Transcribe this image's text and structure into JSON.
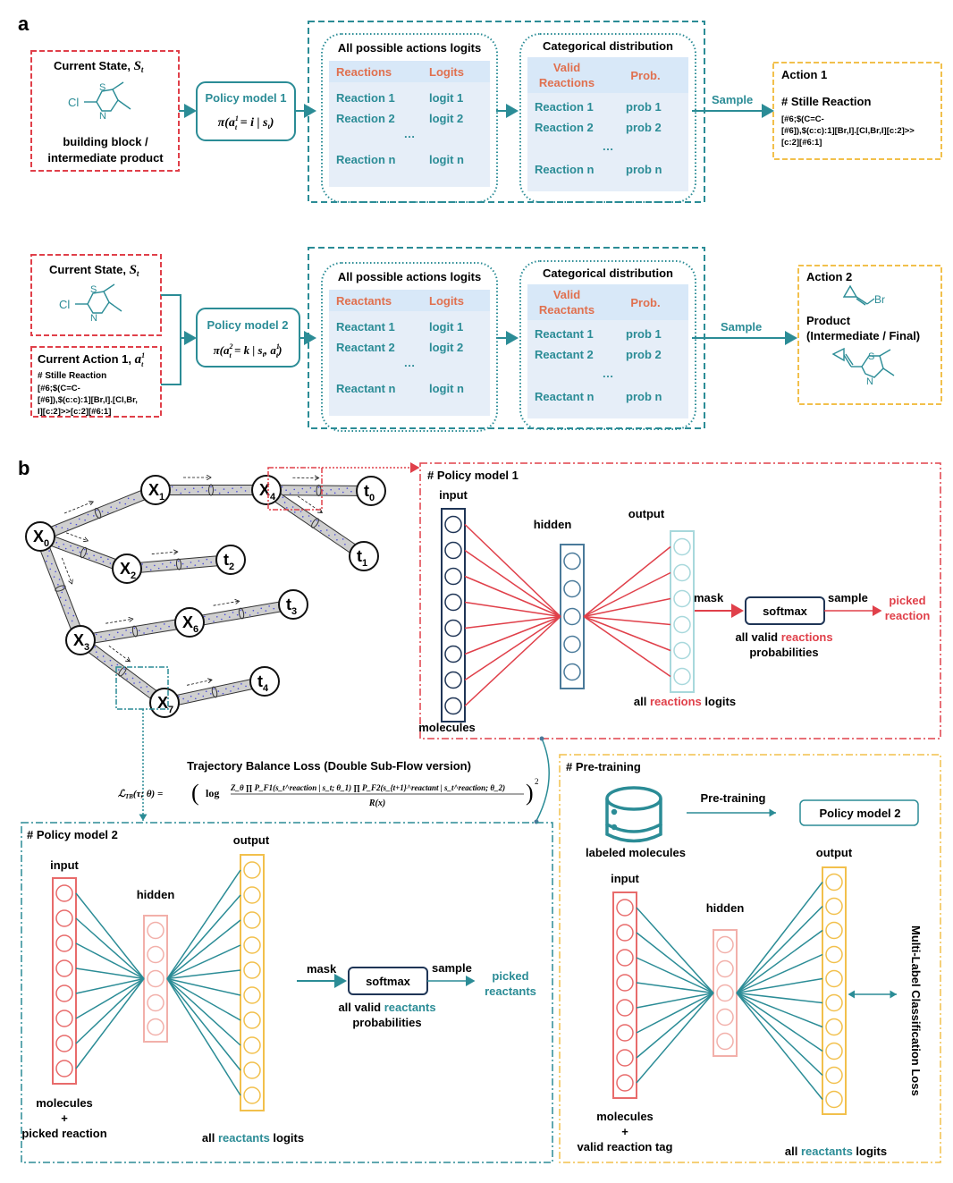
{
  "panel_labels": {
    "a": "a",
    "b": "b"
  },
  "colors": {
    "teal": "#2b8c96",
    "red": "#e0404a",
    "orange_header": "#e0704f",
    "yellow": "#f2c04c",
    "navy": "#1f3556",
    "steel": "#4a7a9a",
    "light_teal": "#a8d8dc",
    "salmon": "#e86b6b",
    "pink": "#f2b0aa",
    "table_bg": "#e6eef8",
    "table_header_bg": "#d8e8f8"
  },
  "row1": {
    "state_box": {
      "title": "Current State, ",
      "title_math": "S",
      "title_sub": "t",
      "caption_line1": "building block /",
      "caption_line2": "intermediate product",
      "molecule": {
        "cl": "Cl",
        "s": "S",
        "n": "N"
      }
    },
    "policy_box": {
      "title": "Policy model 1",
      "formula": "π(a",
      "formula_sup": "1",
      "formula_sub": "t",
      "formula_rest": " = i | s",
      "formula_sub2": "t",
      "formula_end": ")"
    },
    "logits_table": {
      "title": "All possible actions logits",
      "headers": [
        "Reactions",
        "Logits"
      ],
      "rows": [
        [
          "Reaction 1",
          "logit 1"
        ],
        [
          "Reaction 2",
          "logit 2"
        ],
        [
          "…",
          ""
        ],
        [
          "Reaction n",
          "logit n"
        ]
      ]
    },
    "dist_table": {
      "title": "Categorical distribution",
      "headers": [
        "Valid",
        "Reactions",
        "Prob."
      ],
      "rows": [
        [
          "Reaction 1",
          "prob 1"
        ],
        [
          "Reaction 2",
          "prob 2"
        ],
        [
          "…",
          ""
        ],
        [
          "Reaction n",
          "prob n"
        ]
      ]
    },
    "sample_label": "Sample",
    "action_box": {
      "title": "Action 1",
      "subtitle": "# Stille Reaction",
      "smarts_lines": [
        "[#6;$(C=C-",
        "[#6]),$(c:c):1][Br,I].[Cl,Br,I][c:2]>>",
        "[c:2][#6:1]"
      ]
    }
  },
  "row2": {
    "state_box": {
      "title": "Current State, ",
      "title_math": "S",
      "title_sub": "t",
      "molecule": {
        "cl": "Cl",
        "s": "S",
        "n": "N"
      }
    },
    "action_in_box": {
      "title": "Current Action 1, ",
      "title_math": "a",
      "title_sup": "1",
      "title_sub": "t",
      "subtitle": "# Stille Reaction",
      "smarts_lines": [
        "[#6;$(C=C-",
        "[#6]),$(c:c):1][Br,I].[Cl,Br,",
        "I][c:2]>>[c:2][#6:1]"
      ]
    },
    "policy_box": {
      "title": "Policy model 2",
      "formula": "π(a",
      "formula_sup": "2",
      "formula_sub": "t",
      "formula_rest": " = k | s",
      "formula_sub2": "t",
      "formula_mid": ", a",
      "formula_sup3": "1",
      "formula_sub3": "t",
      "formula_end": ")"
    },
    "logits_table": {
      "title": "All possible actions logits",
      "headers": [
        "Reactants",
        "Logits"
      ],
      "rows": [
        [
          "Reactant 1",
          "logit 1"
        ],
        [
          "Reactant 2",
          "logit 2"
        ],
        [
          "…",
          ""
        ],
        [
          "Reactant n",
          "logit n"
        ]
      ]
    },
    "dist_table": {
      "title": "Categorical distribution",
      "headers": [
        "Valid",
        "Reactants",
        "Prob."
      ],
      "rows": [
        [
          "Reactant 1",
          "prob 1"
        ],
        [
          "Reactant 2",
          "prob 2"
        ],
        [
          "…",
          ""
        ],
        [
          "Reactant n",
          "prob n"
        ]
      ]
    },
    "sample_label": "Sample",
    "action_box": {
      "title": "Action 2",
      "br": "Br",
      "product_line1": "Product",
      "product_line2": "(Intermediate / Final)",
      "molecule": {
        "s": "S",
        "n": "N"
      }
    }
  },
  "graph": {
    "nodes": [
      {
        "id": "X0",
        "label": "X",
        "sub": "0"
      },
      {
        "id": "X1",
        "label": "X",
        "sub": "1"
      },
      {
        "id": "X2",
        "label": "X",
        "sub": "2"
      },
      {
        "id": "X3",
        "label": "X",
        "sub": "3"
      },
      {
        "id": "X4",
        "label": "X",
        "sub": "4"
      },
      {
        "id": "X6",
        "label": "X",
        "sub": "6"
      },
      {
        "id": "X7",
        "label": "X",
        "sub": "7"
      },
      {
        "id": "t0",
        "label": "t",
        "sub": "0"
      },
      {
        "id": "t1",
        "label": "t",
        "sub": "1"
      },
      {
        "id": "t2",
        "label": "t",
        "sub": "2"
      },
      {
        "id": "t3",
        "label": "t",
        "sub": "3"
      },
      {
        "id": "t4",
        "label": "t",
        "sub": "4"
      }
    ],
    "edges": [
      [
        "X0",
        "X1"
      ],
      [
        "X0",
        "X2"
      ],
      [
        "X0",
        "X3"
      ],
      [
        "X1",
        "X4"
      ],
      [
        "X4",
        "t0"
      ],
      [
        "X4",
        "t1"
      ],
      [
        "X2",
        "t2"
      ],
      [
        "X3",
        "X6"
      ],
      [
        "X6",
        "t3"
      ],
      [
        "X3",
        "X7"
      ],
      [
        "X7",
        "t4"
      ]
    ]
  },
  "pm1": {
    "title": "# Policy model 1",
    "input_label": "input",
    "hidden_label": "hidden",
    "output_label": "output",
    "input_caption": "molecules",
    "logits_caption": [
      "all ",
      "reactions",
      " logits"
    ],
    "mask_label": "mask",
    "softmax_label": "softmax",
    "sample_label": "sample",
    "picked_line1": "picked",
    "picked_line2": "reaction",
    "prob_caption_line1": [
      "all valid ",
      "reactions"
    ],
    "prob_caption_line2": "probabilities",
    "layers": {
      "input": 8,
      "hidden": 5,
      "output": 6
    }
  },
  "loss": {
    "title": "Trajectory Balance Loss (Double Sub-Flow version)",
    "lhs": "ℒ",
    "lhs_sub": "TB",
    "lhs_args": "(τ; θ) = ",
    "numerator": "Z_θ ∏ P_F1(s_t^reaction | s_t; θ_1) ∏ P_F2(s_{t+1}^reactant | s_t^reaction; θ_2)",
    "denominator": "R(x)",
    "log": "log",
    "exponent": "2"
  },
  "pm2": {
    "title": "# Policy model 2",
    "input_label": "input",
    "hidden_label": "hidden",
    "output_label": "output",
    "input_caption_line1": "molecules",
    "input_caption_line2": "+",
    "input_caption_line3": "picked reaction",
    "logits_caption": [
      "all ",
      "reactants",
      " logits"
    ],
    "mask_label": "mask",
    "softmax_label": "softmax",
    "sample_label": "sample",
    "picked_line1": "picked",
    "picked_line2": "reactants",
    "prob_caption_line1": [
      "all valid ",
      "reactants"
    ],
    "prob_caption_line2": "probabilities",
    "layers": {
      "input": 8,
      "hidden": 5,
      "output": 10
    }
  },
  "pretrain": {
    "title": "# Pre-training",
    "db_label": "labeled molecules",
    "arrow_label": "Pre-training",
    "target_box": "Policy model 2",
    "input_label": "input",
    "hidden_label": "hidden",
    "output_label": "output",
    "input_caption_line1": "molecules",
    "input_caption_line2": "+",
    "input_caption_line3": "valid reaction tag",
    "logits_caption": [
      "all ",
      "reactants",
      " logits"
    ],
    "loss_label": "Multi-Label Classification Loss",
    "layers": {
      "input": 8,
      "hidden": 5,
      "output": 10
    }
  }
}
